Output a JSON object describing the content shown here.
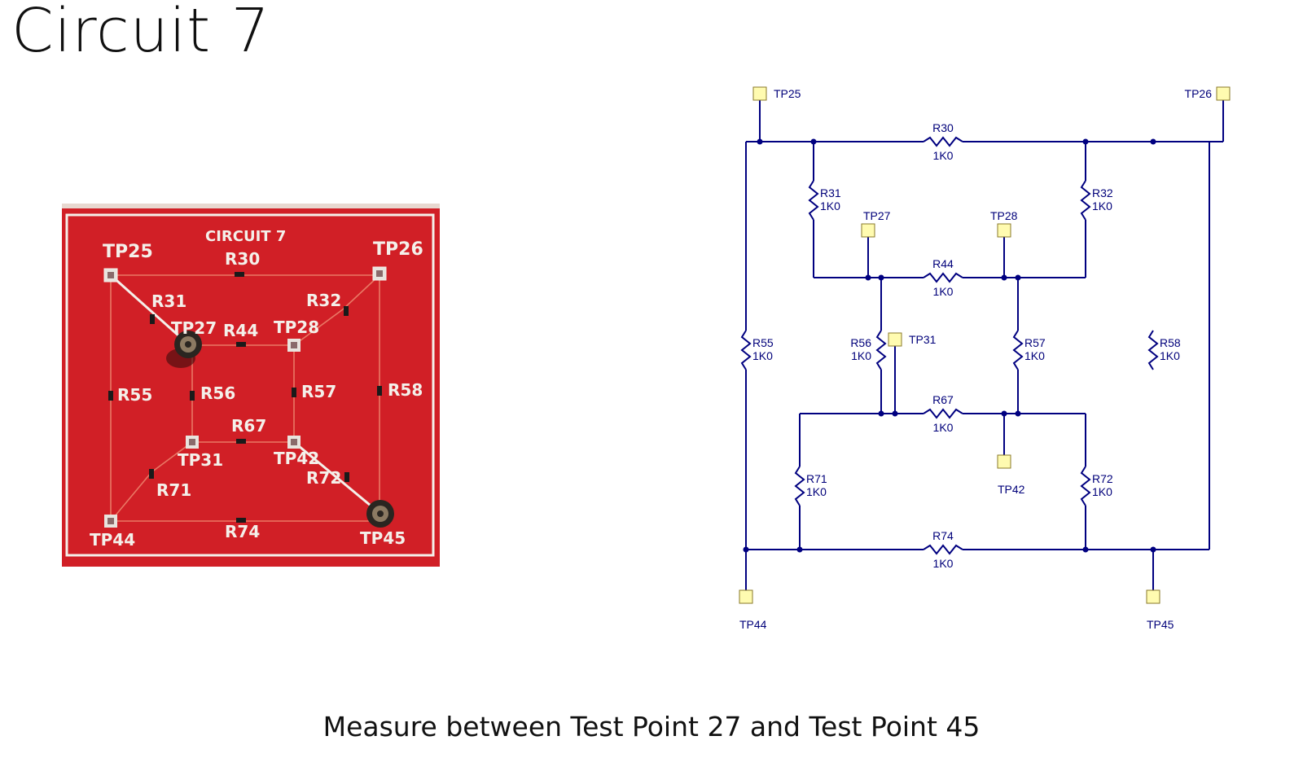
{
  "slide": {
    "title": "Circuit 7",
    "caption": "Measure between Test Point 27 and Test Point 45"
  },
  "pcb": {
    "board_label": "CIRCUIT 7",
    "labels": {
      "TP25": "TP25",
      "TP26": "TP26",
      "TP27": "TP27",
      "TP28": "TP28",
      "TP31": "TP31",
      "TP42": "TP42",
      "TP44": "TP44",
      "TP45": "TP45",
      "R30": "R30",
      "R31": "R31",
      "R32": "R32",
      "R44": "R44",
      "R55": "R55",
      "R56": "R56",
      "R57": "R57",
      "R58": "R58",
      "R67": "R67",
      "R71": "R71",
      "R72": "R72",
      "R74": "R74"
    },
    "colors": {
      "board": "#d11f26",
      "silkscreen": "#f4f0ea",
      "trace": "#f08f75"
    }
  },
  "schematic": {
    "test_points": {
      "TP25": "TP25",
      "TP26": "TP26",
      "TP27": "TP27",
      "TP28": "TP28",
      "TP31": "TP31",
      "TP42": "TP42",
      "TP44": "TP44",
      "TP45": "TP45"
    },
    "resistors": [
      {
        "id": "R30",
        "value": "1K0"
      },
      {
        "id": "R31",
        "value": "1K0"
      },
      {
        "id": "R32",
        "value": "1K0"
      },
      {
        "id": "R44",
        "value": "1K0"
      },
      {
        "id": "R55",
        "value": "1K0"
      },
      {
        "id": "R56",
        "value": "1K0"
      },
      {
        "id": "R57",
        "value": "1K0"
      },
      {
        "id": "R58",
        "value": "1K0"
      },
      {
        "id": "R67",
        "value": "1K0"
      },
      {
        "id": "R71",
        "value": "1K0"
      },
      {
        "id": "R72",
        "value": "1K0"
      },
      {
        "id": "R74",
        "value": "1K0"
      }
    ],
    "colors": {
      "wire": "#000080",
      "test_point_fill": "#fffbb0",
      "test_point_stroke": "#8a7a2a"
    }
  }
}
